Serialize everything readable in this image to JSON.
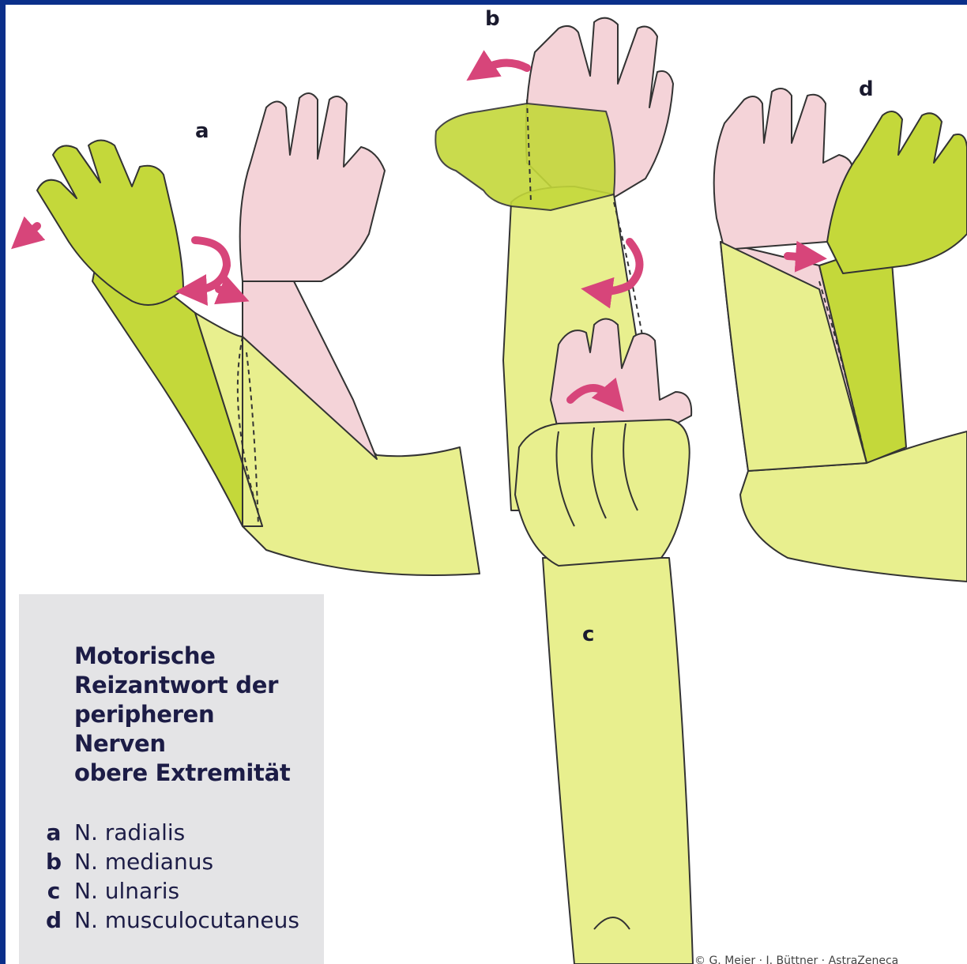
{
  "panels": {
    "a": "a",
    "b": "b",
    "c": "c",
    "d": "d"
  },
  "legend": {
    "title_lines": [
      "Motorische",
      "Reizantwort der",
      "peripheren",
      "Nerven",
      "obere Extremität"
    ],
    "items": [
      {
        "key": "a",
        "label": "N. radialis"
      },
      {
        "key": "b",
        "label": "N. medianus"
      },
      {
        "key": "c",
        "label": "N. ulnaris"
      },
      {
        "key": "d",
        "label": "N. musculocutaneus"
      }
    ]
  },
  "copyright": "© G. Meier · J. Büttner · AstraZeneca",
  "colors": {
    "frame": "#0a2f8a",
    "arm_yellow": "#e8ef8e",
    "arm_green": "#c4d83a",
    "skin_pink": "#f4d3d8",
    "arrow": "#d7457a",
    "legend_bg": "#e4e4e6",
    "text": "#1c1c46"
  }
}
